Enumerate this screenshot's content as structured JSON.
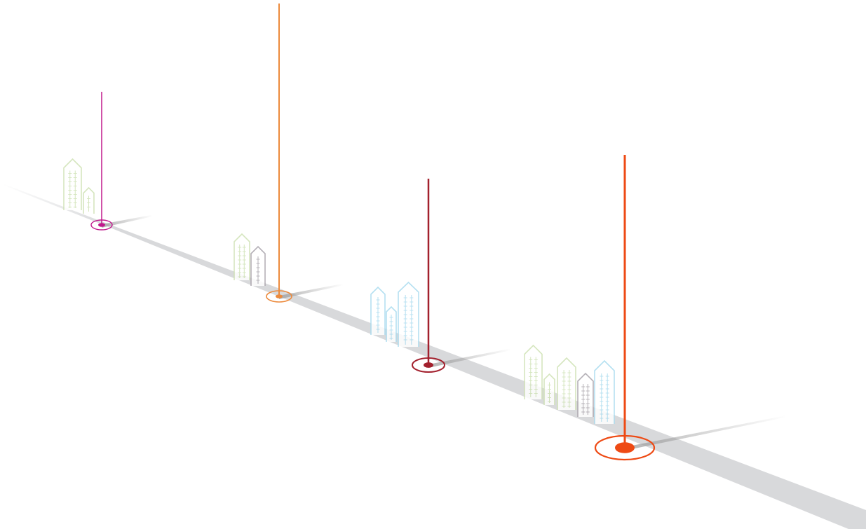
{
  "colors": {
    "road": "#d8d9db",
    "building_green": "#cfe2b4",
    "building_gray": "#a9a4ab",
    "building_blue": "#a9dbef"
  },
  "markers": [
    {
      "color": "#c0188c",
      "pole_length": 1.0
    },
    {
      "color": "#ec8a3c",
      "pole_length": 2.2
    },
    {
      "color": "#a3202d",
      "pole_length": 1.4
    },
    {
      "color": "#ee4a14",
      "pole_length": 2.2
    }
  ],
  "building_clusters": [
    {
      "buildings": [
        "green",
        "green"
      ]
    },
    {
      "buildings": [
        "green",
        "gray"
      ]
    },
    {
      "buildings": [
        "blue",
        "blue",
        "blue"
      ]
    },
    {
      "buildings": [
        "green",
        "green",
        "green",
        "gray",
        "blue"
      ]
    }
  ]
}
